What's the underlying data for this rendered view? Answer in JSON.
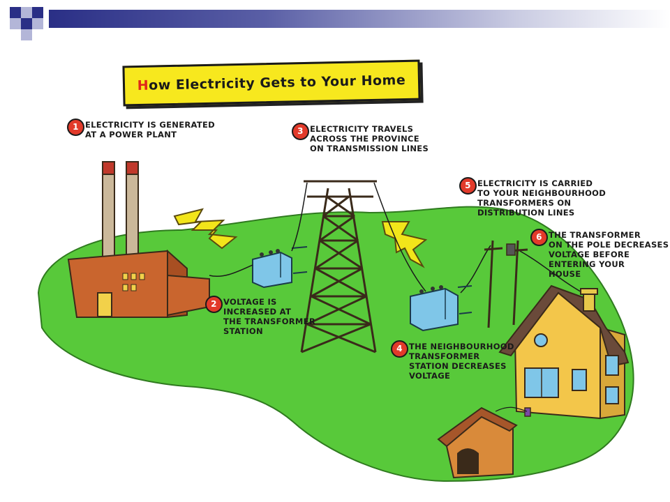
{
  "title": "How Electricity Gets to Your Home",
  "steps": [
    {
      "number": "1",
      "text": "Electricity is generated\nat a power plant"
    },
    {
      "number": "2",
      "text": "Voltage is\nincreased at\nthe transformer\nstation"
    },
    {
      "number": "3",
      "text": "Electricity travels\nacross the province\non transmission lines"
    },
    {
      "number": "4",
      "text": "The neighbourhood\ntransformer\nstation decreases\nvoltage"
    },
    {
      "number": "5",
      "text": "Electricity is carried\nto your neighbourhood\ntransformers on\ndistribution lines"
    },
    {
      "number": "6",
      "text": "The transformer\non the pole decreases\nvoltage before\nentering your\nhouse"
    }
  ],
  "colors": {
    "grass": "#58c93a",
    "title_bg": "#f7e81e",
    "badge": "#e23a2a",
    "bolt": "#f2e51a",
    "brick": "#c9652e",
    "transformer": "#7fc6e8",
    "house": "#f3c64a",
    "roof": "#6a4a3a",
    "slide_bar": "#2a2f86"
  },
  "icons": [
    "lightning-bolt-icon",
    "power-plant-icon",
    "transmission-tower-icon",
    "transformer-icon",
    "utility-pole-icon",
    "house-icon",
    "doghouse-icon"
  ]
}
